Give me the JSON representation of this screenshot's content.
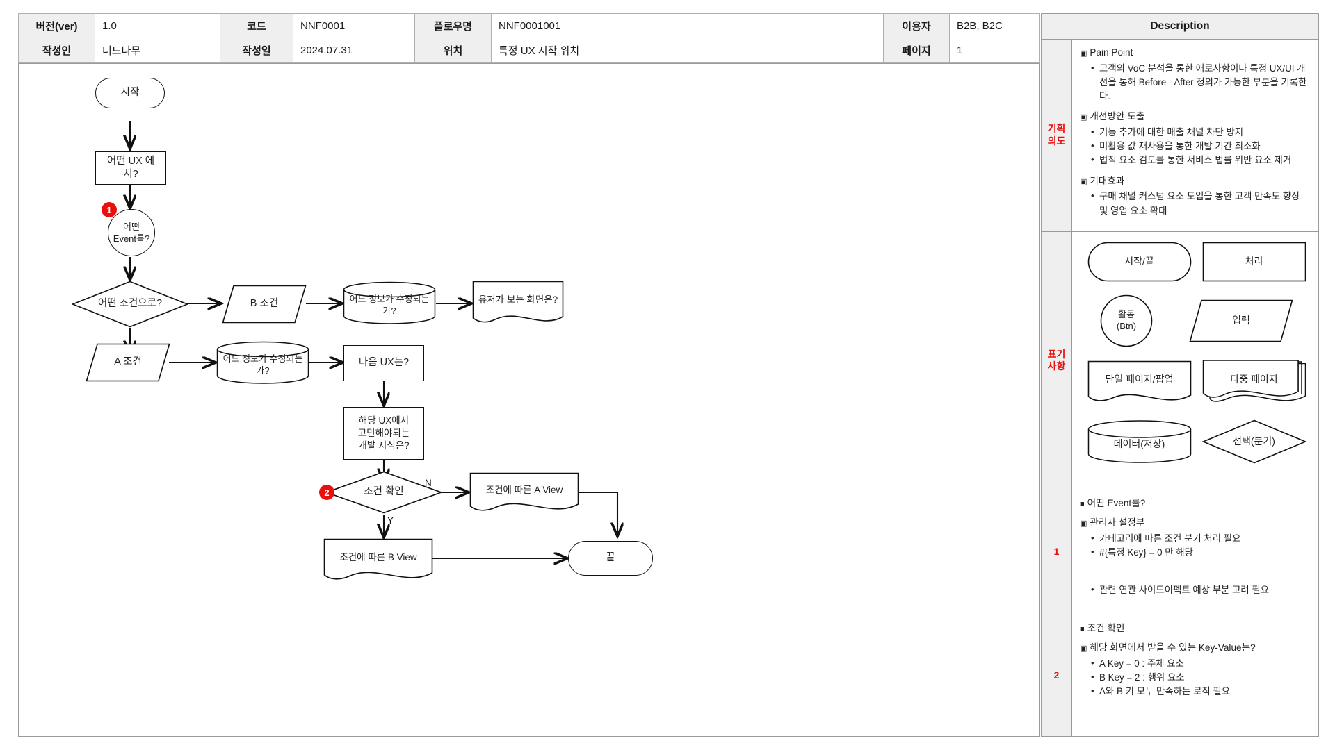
{
  "header": {
    "row1": [
      {
        "label": "버전(ver)",
        "value": "1.0"
      },
      {
        "label": "코드",
        "value": "NNF0001"
      },
      {
        "label": "플로우명",
        "value": "NNF0001001"
      },
      {
        "label": "이용자",
        "value": "B2B, B2C"
      }
    ],
    "row2": [
      {
        "label": "작성인",
        "value": "너드나무"
      },
      {
        "label": "작성일",
        "value": "2024.07.31"
      },
      {
        "label": "위치",
        "value": "특정 UX 시작 위치"
      },
      {
        "label": "페이지",
        "value": "1"
      }
    ]
  },
  "flow": {
    "nodes": {
      "start": "시작",
      "which_ux": "어떤 UX 에서?",
      "which_event": "어떤\nEvent를?",
      "which_condition": "어떤 조건으로?",
      "cond_b": "B 조건",
      "cond_a": "A 조건",
      "info_modified_1": "어느 정보가 수정되는가?",
      "info_modified_2": "어느 정보가 수정되는가?",
      "user_screen": "유저가 보는 화면은?",
      "next_ux": "다음 UX는?",
      "dev_knowledge": "해당 UX에서\n고민해야되는\n개발 지식은?",
      "check_condition": "조건 확인",
      "a_view": "조건에 따른 A View",
      "b_view": "조건에 따른 B View",
      "end": "끝"
    },
    "badges": {
      "one": "1",
      "two": "2"
    },
    "edge_labels": {
      "n": "N",
      "y": "Y"
    }
  },
  "description": {
    "title": "Description",
    "sections": [
      {
        "key": "기획\n의도",
        "blocks": [
          {
            "type": "heading",
            "text": "Pain Point"
          },
          {
            "type": "bullets",
            "items": [
              "고객의 VoC 분석을 통한 애로사항이나 특정 UX/UI 개선을 통해 Before - After 정의가 가능한 부분을 기록한다."
            ]
          },
          {
            "type": "heading",
            "text": "개선방안 도출"
          },
          {
            "type": "bullets",
            "items": [
              "기능 추가에 대한 매출 채널 차단 방지",
              "미활용 값 재사용을 통한 개발 기간 최소화",
              "법적 요소 검토를 통한 서비스 법률 위반 요소 제거"
            ]
          },
          {
            "type": "heading",
            "text": "기대효과"
          },
          {
            "type": "bullets",
            "items": [
              "구매 채널 커스텀 요소 도입을 통한 고객 만족도 향상 및 영업 요소 확대"
            ]
          }
        ]
      },
      {
        "key": "표기\n사항",
        "legend": [
          [
            {
              "shape": "terminator",
              "label": "시작/끝"
            },
            {
              "shape": "process",
              "label": "처리"
            }
          ],
          [
            {
              "shape": "circle",
              "label": "활동\n(Btn)"
            },
            {
              "shape": "parallelogram",
              "label": "입력"
            }
          ],
          [
            {
              "shape": "document",
              "label": "단일 페이지/팝업"
            },
            {
              "shape": "multidoc",
              "label": "다중 페이지"
            }
          ],
          [
            {
              "shape": "cylinder",
              "label": "데이터(저장)"
            },
            {
              "shape": "diamond",
              "label": "선택(분기)"
            }
          ]
        ]
      },
      {
        "key": "1",
        "blocks": [
          {
            "type": "heading-solid",
            "text": "어떤 Event를?"
          },
          {
            "type": "heading",
            "text": "관리자 설정부"
          },
          {
            "type": "bullets",
            "items": [
              "카테고리에 따른 조건 분기 처리 필요",
              "#{특정 Key} = 0 만 해당"
            ]
          },
          {
            "type": "gap"
          },
          {
            "type": "bullets",
            "items": [
              "관련 연관 사이드이펙트 예상 부분 고려 필요"
            ]
          }
        ]
      },
      {
        "key": "2",
        "blocks": [
          {
            "type": "heading-solid",
            "text": "조건 확인"
          },
          {
            "type": "heading",
            "text": "해당 화면에서 받을 수 있는 Key-Value는?"
          },
          {
            "type": "bullets",
            "items": [
              "A Key = 0 : 주체 요소",
              "B Key = 2 : 행위 요소",
              "A와 B 키 모두 만족하는 로직 필요"
            ]
          }
        ]
      }
    ]
  },
  "colors": {
    "accent_red": "#e8100f",
    "header_bg": "#efefef",
    "border": "#9a9a9a",
    "stroke": "#111111"
  }
}
